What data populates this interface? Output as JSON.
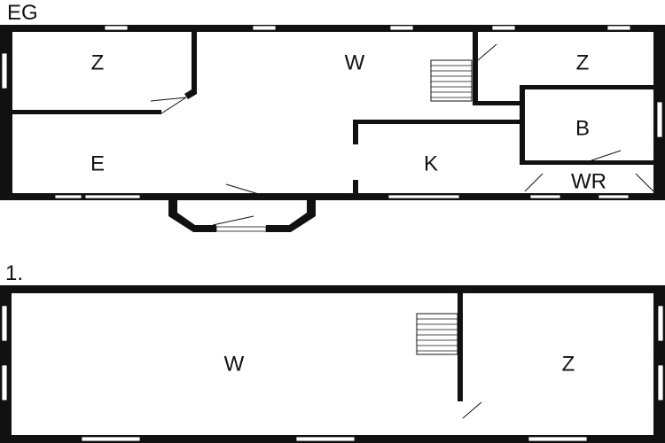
{
  "floors": [
    {
      "label": "EG",
      "rooms": [
        {
          "label": "Z"
        },
        {
          "label": "W"
        },
        {
          "label": "Z"
        },
        {
          "label": "E"
        },
        {
          "label": "K"
        },
        {
          "label": "B"
        },
        {
          "label": "WR"
        }
      ]
    },
    {
      "label": "1.",
      "rooms": [
        {
          "label": "W"
        },
        {
          "label": "Z"
        }
      ]
    }
  ],
  "colors": {
    "wall": "#111111",
    "background": "#ffffff"
  }
}
